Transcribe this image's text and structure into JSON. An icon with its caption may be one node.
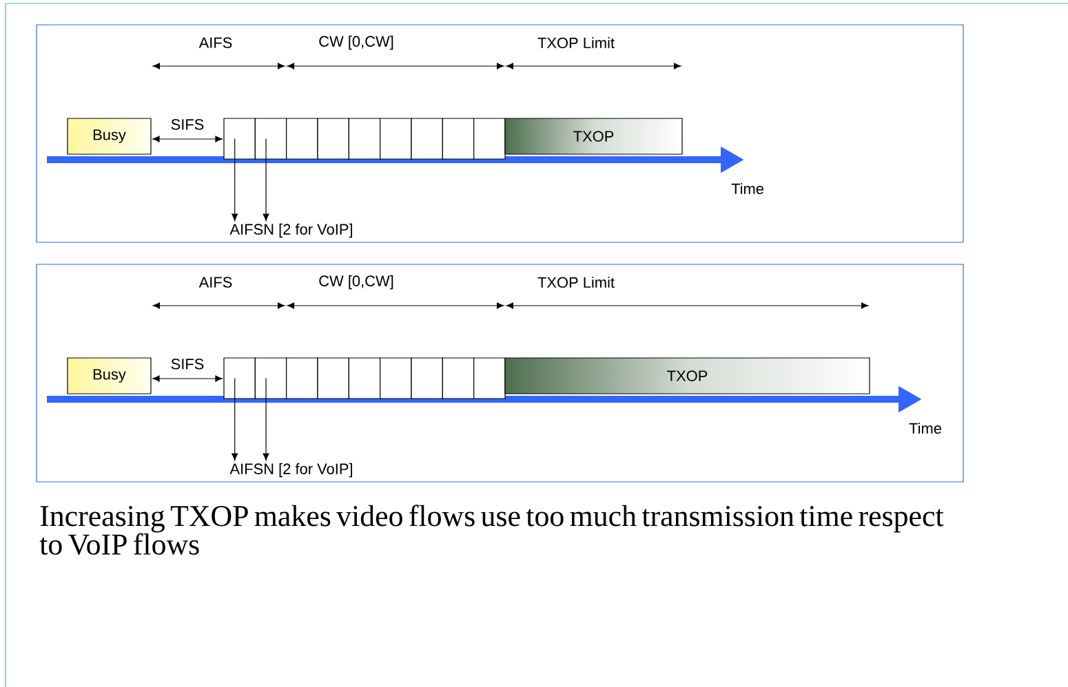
{
  "diagram": {
    "caption": "Increasing TXOP makes video flows use too much transmission time respect to VoIP flows",
    "nodes": [
      {
        "text": [],
        "shape": "box"
      },
      {
        "text": [
          "Busy"
        ],
        "in": 0
      },
      {
        "text": [],
        "shape": "box",
        "in": 0
      },
      {
        "text": [],
        "shape": "box",
        "in": 0
      },
      {
        "text": [],
        "shape": "box",
        "in": 0
      },
      {
        "text": [],
        "shape": "box",
        "in": 0
      },
      {
        "text": [],
        "shape": "box",
        "in": 0
      },
      {
        "text": [],
        "shape": "box",
        "in": 0
      },
      {
        "text": [],
        "shape": "box",
        "in": 0
      },
      {
        "text": [],
        "shape": "box",
        "in": 0
      },
      {
        "text": [],
        "shape": "box",
        "in": 0
      },
      {
        "text": [
          "TXOP"
        ],
        "in": 0
      },
      {
        "text": [
          "AIFSN [2 for VoIP]"
        ],
        "in": 0
      },
      {
        "text": [],
        "shape": "box"
      },
      {
        "text": [
          "Busy"
        ],
        "in": 13
      },
      {
        "text": [],
        "shape": "box",
        "in": 13
      },
      {
        "text": [],
        "shape": "box",
        "in": 13
      },
      {
        "text": [],
        "shape": "box",
        "in": 13
      },
      {
        "text": [],
        "shape": "box",
        "in": 13
      },
      {
        "text": [],
        "shape": "box",
        "in": 13
      },
      {
        "text": [],
        "shape": "box",
        "in": 13
      },
      {
        "text": [],
        "shape": "box",
        "in": 13
      },
      {
        "text": [],
        "shape": "box",
        "in": 13
      },
      {
        "text": [],
        "shape": "box",
        "in": 13
      },
      {
        "text": [
          "TXOP"
        ],
        "in": 13
      },
      {
        "text": [
          "AIFSN [2 for VoIP]"
        ],
        "in": 13
      }
    ],
    "edges": [
      {
        "from": 1,
        "to": 2,
        "arrow": "both",
        "label": "SIFS"
      },
      {
        "from": 2,
        "to": 12,
        "arrow": "to"
      },
      {
        "from": 3,
        "to": 12,
        "arrow": "to"
      },
      {
        "from": 14,
        "to": 15,
        "arrow": "both",
        "label": "SIFS"
      },
      {
        "from": 15,
        "to": 25,
        "arrow": "to"
      },
      {
        "from": 16,
        "to": 25,
        "arrow": "to"
      }
    ],
    "labels": [
      "AIFS",
      "CW [0,CW]",
      "TXOP Limit",
      "Time",
      "AIFS",
      "CW [0,CW]",
      "TXOP Limit",
      "Time"
    ]
  }
}
